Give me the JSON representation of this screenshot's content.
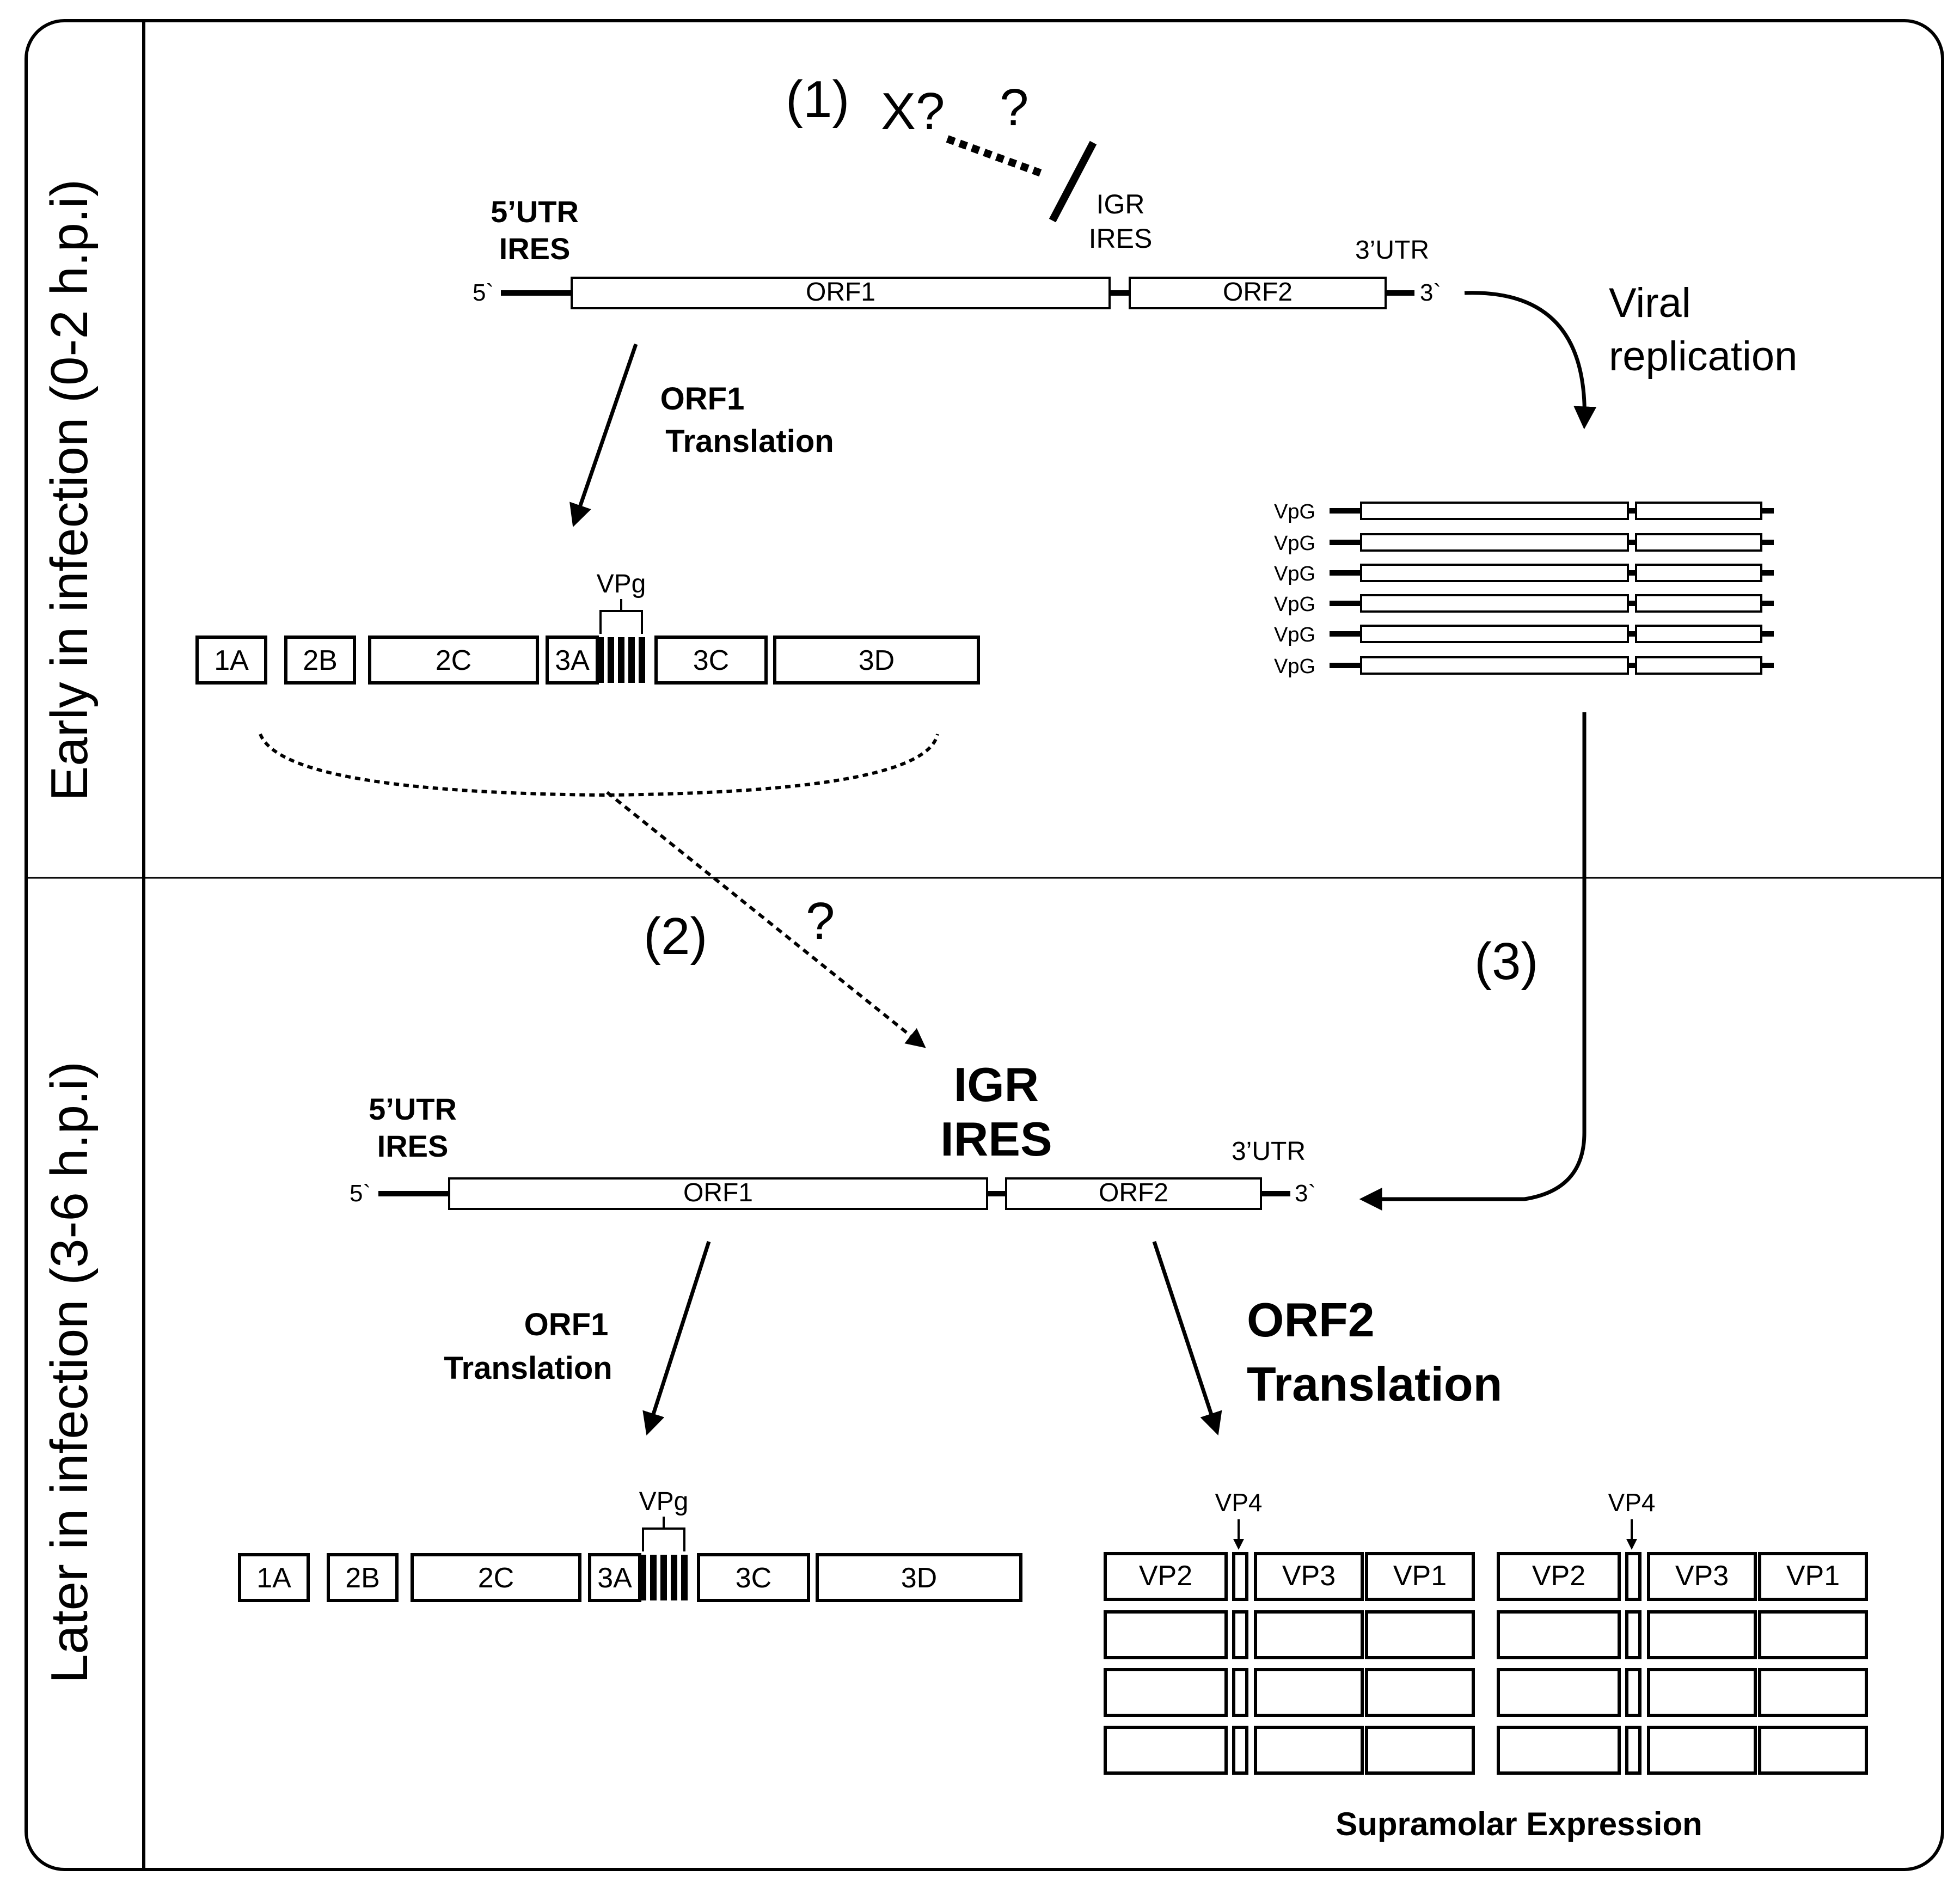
{
  "panels": {
    "early_label": "Early in infection (0-2 h.p.i)",
    "late_label": "Later in infection (3-6 h.p.i)"
  },
  "step1": {
    "label": "(1)",
    "x_question": "X?",
    "question": "?"
  },
  "step2": {
    "label": "(2)",
    "question": "?"
  },
  "step3": {
    "label": "(3)"
  },
  "genome_top": {
    "utr5_line1": "5’UTR",
    "utr5_line2": "IRES",
    "end5": "5`",
    "orf1": "ORF1",
    "orf2": "ORF2",
    "igr_line1": "IGR",
    "igr_line2": "IRES",
    "utr3": "3’UTR",
    "end3": "3`"
  },
  "orf1_translation_top": {
    "line1": "ORF1",
    "line2": "Translation"
  },
  "viral_replication": {
    "line1": "Viral",
    "line2": "replication"
  },
  "vpg_label": "VpG",
  "polyprotein_top": {
    "vpg": "VPg",
    "segments": [
      "1A",
      "2B",
      "2C",
      "3A",
      "3C",
      "3D"
    ]
  },
  "genome_bottom": {
    "utr5_line1": "5’UTR",
    "utr5_line2": "IRES",
    "end5": "5`",
    "orf1": "ORF1",
    "orf2": "ORF2",
    "igr_line1": "IGR",
    "igr_line2": "IRES",
    "utr3": "3’UTR",
    "end3": "3`"
  },
  "orf1_translation_bottom": {
    "line1": "ORF1",
    "line2": "Translation"
  },
  "orf2_translation": {
    "line1": "ORF2",
    "line2": "Translation"
  },
  "polyprotein_bottom": {
    "vpg": "VPg",
    "segments": [
      "1A",
      "2B",
      "2C",
      "3A",
      "3C",
      "3D"
    ]
  },
  "structural": {
    "vp4": "VP4",
    "vp2": "VP2",
    "vp3": "VP3",
    "vp1": "VP1",
    "footer": "Supramolar Expression"
  }
}
